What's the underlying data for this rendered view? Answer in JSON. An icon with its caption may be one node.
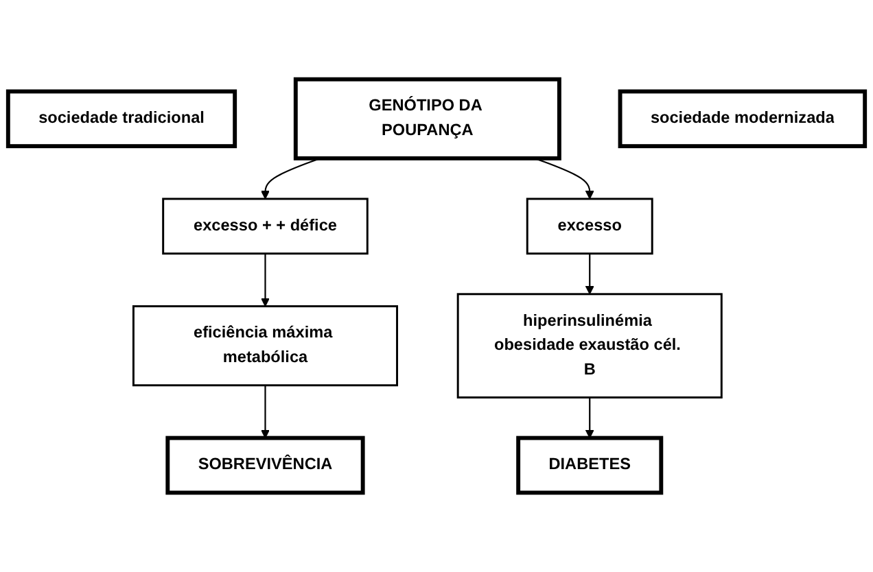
{
  "diagram": {
    "nodes": [
      {
        "text": [
          "sociedade tradicional"
        ]
      },
      {
        "text": [
          "GENÓTIPO DA POUPANÇA"
        ]
      },
      {
        "text": [
          "sociedade modernizada"
        ]
      },
      {
        "text": [
          "excesso + + défice"
        ]
      },
      {
        "text": [
          "excesso"
        ]
      },
      {
        "text": [
          "eficiência máxima metabólica"
        ]
      },
      {
        "text": [
          "hiperinsulinémia obesidade exaustão cél. B"
        ]
      },
      {
        "text": [
          "SOBREVIVÊNCIA"
        ]
      },
      {
        "text": [
          "DIABETES"
        ]
      }
    ],
    "edges": [
      {
        "from": 1,
        "to": 3,
        "arrow": "to"
      },
      {
        "from": 1,
        "to": 4,
        "arrow": "to"
      },
      {
        "from": 3,
        "to": 5,
        "arrow": "to"
      },
      {
        "from": 4,
        "to": 6,
        "arrow": "to"
      },
      {
        "from": 5,
        "to": 7,
        "arrow": "to"
      },
      {
        "from": 6,
        "to": 8,
        "arrow": "to"
      }
    ]
  }
}
